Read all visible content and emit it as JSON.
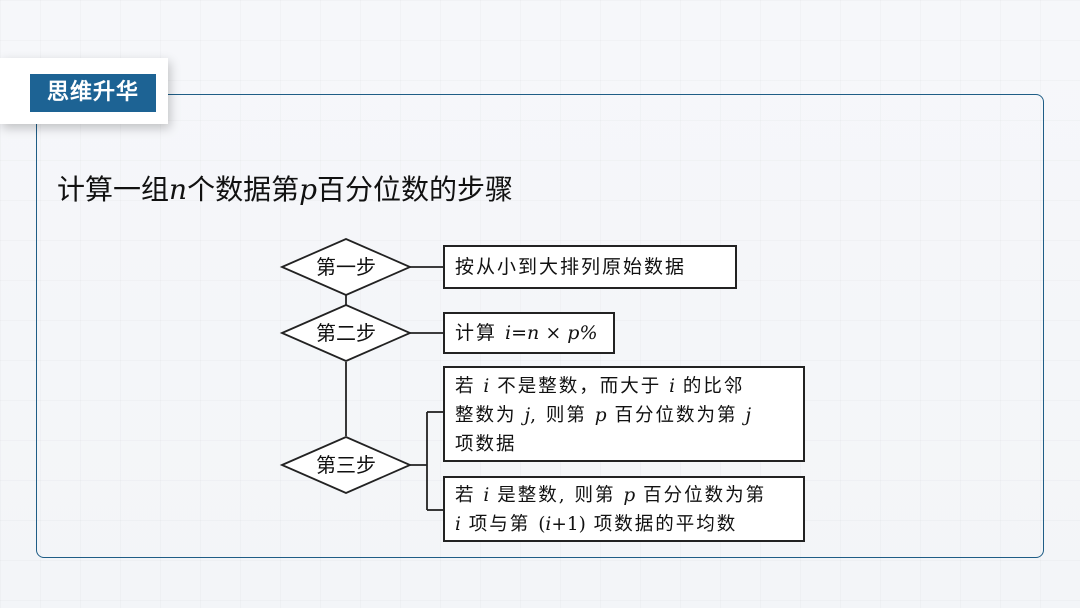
{
  "badge": {
    "label": "思维升华"
  },
  "title": {
    "part1": "计算一组",
    "var_n": "n",
    "part2": "个数据第",
    "var_p": "p",
    "part3": "百分位数的步骤"
  },
  "steps": [
    {
      "label": "第一步"
    },
    {
      "label": "第二步"
    },
    {
      "label": "第三步"
    }
  ],
  "boxes": {
    "step1": {
      "text": "按从小到大排列原始数据"
    },
    "step2": {
      "prefix": "计算 ",
      "formula": "i=n × p%"
    },
    "step3a": {
      "l1a": "若 ",
      "l1i": "i",
      "l1b": " 不是整数，而大于 ",
      "l1i2": "i",
      "l1c": " 的比邻",
      "l2a": "整数为 ",
      "l2j": "j",
      "l2b": ", 则第 ",
      "l2p": "p",
      "l2c": " 百分位数为第 ",
      "l2j2": "j",
      "l3": "项数据"
    },
    "step3b": {
      "l1a": "若 ",
      "l1i": "i",
      "l1b": " 是整数, 则第 ",
      "l1p": "p",
      "l1c": " 百分位数为第",
      "l2i": "i",
      "l2a": " 项与第 ",
      "l2paren": "(",
      "l2i2": "i",
      "l2plus": "+1)",
      "l2b": " 项数据的平均数"
    }
  },
  "colors": {
    "accent": "#1d6394",
    "border": "#1f5d86"
  }
}
